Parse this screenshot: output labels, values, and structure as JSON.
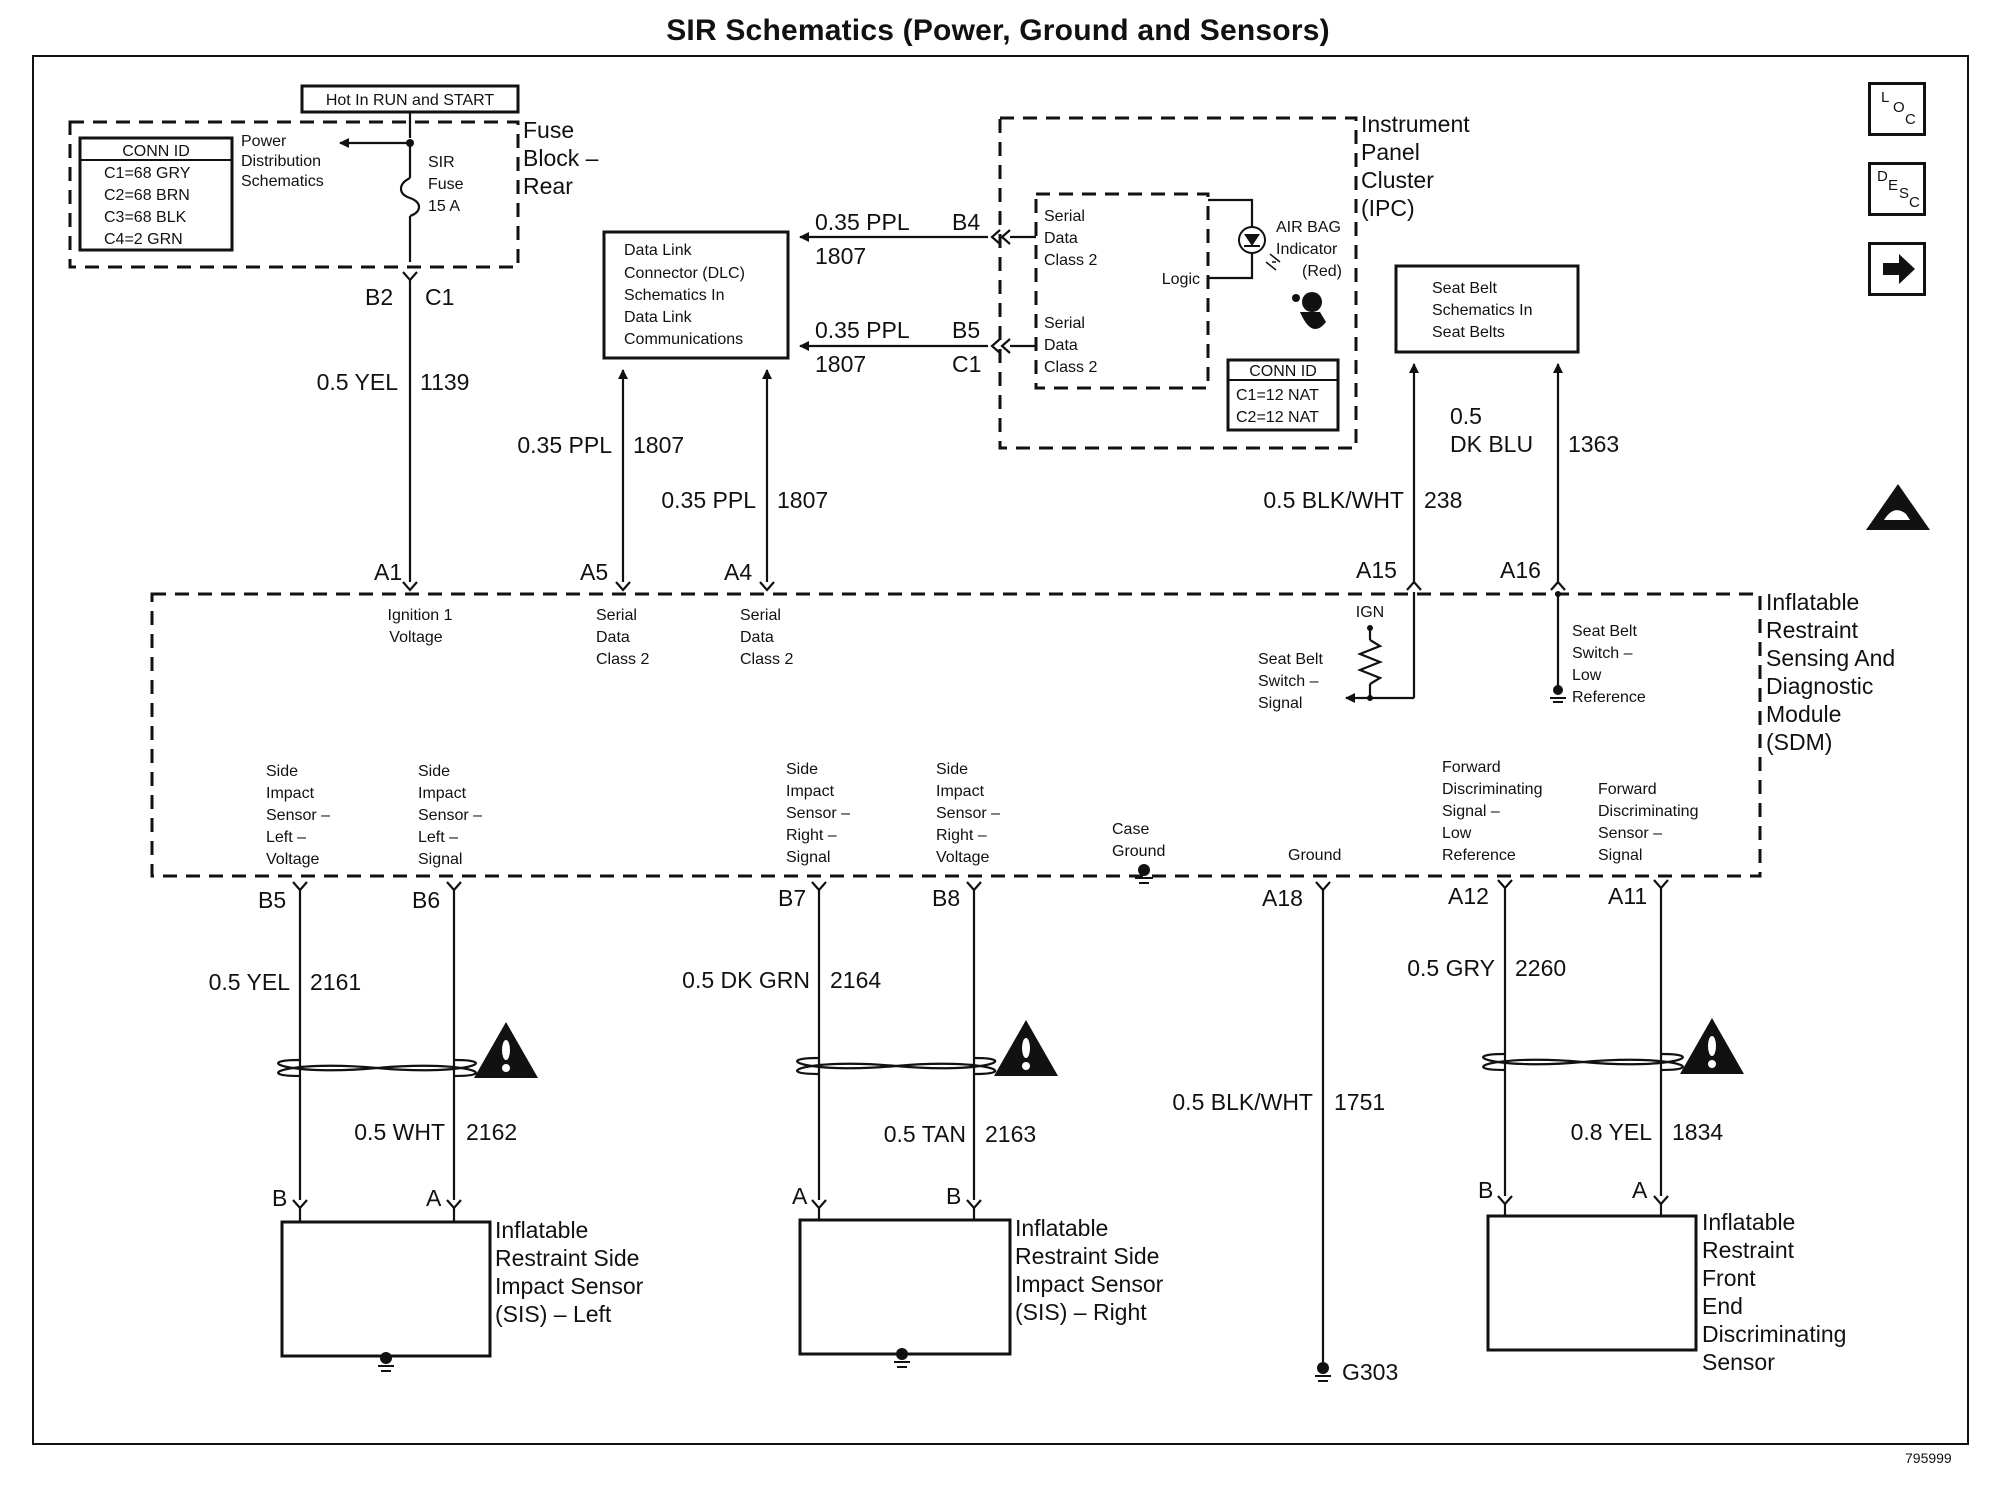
{
  "title": "SIR Schematics (Power, Ground and Sensors)",
  "doc_number": "795999",
  "nav_icons": {
    "loc": [
      "L",
      "O",
      "C"
    ],
    "desc": [
      "D",
      "E",
      "S",
      "C"
    ]
  },
  "fuse_block": {
    "label_lines": [
      "Fuse",
      "Block –",
      "Rear"
    ],
    "hot_label": "Hot In RUN and START",
    "conn_id_header": "CONN ID",
    "conn_ids": [
      "C1=68 GRY",
      "C2=68 BRN",
      "C3=68 BLK",
      "C4=2  GRN"
    ],
    "power_dist_lines": [
      "Power",
      "Distribution",
      "Schematics"
    ],
    "fuse_lines": [
      "SIR",
      "Fuse",
      "15 A"
    ],
    "pin_left": "B2",
    "pin_right": "C1"
  },
  "dlc": {
    "lines": [
      "Data Link",
      "Connector (DLC)",
      "Schematics In",
      "Data Link",
      "Communications"
    ]
  },
  "ipc": {
    "label_lines": [
      "Instrument",
      "Panel",
      "Cluster",
      "(IPC)"
    ],
    "serial1_lines": [
      "Serial",
      "Data",
      "Class 2"
    ],
    "serial2_lines": [
      "Serial",
      "Data",
      "Class 2"
    ],
    "logic_label": "Logic",
    "airbag_lines": [
      "AIR BAG",
      "Indicator",
      "(Red)"
    ],
    "conn_id_header": "CONN ID",
    "conn_ids": [
      "C1=12 NAT",
      "C2=12 NAT"
    ],
    "pin_b4": "B4",
    "pin_b5": "B5",
    "pin_c1": "C1"
  },
  "seat_belt_box": {
    "lines": [
      "Seat Belt",
      "Schematics In",
      "Seat Belts"
    ]
  },
  "wires": {
    "dlc_top": {
      "gauge": "0.35 PPL",
      "circuit": "1807"
    },
    "dlc_bottom": {
      "gauge": "0.35 PPL",
      "circuit": "1807"
    },
    "ign": {
      "gauge": "0.5 YEL",
      "circuit": "1139"
    },
    "a5": {
      "gauge": "0.35 PPL",
      "circuit": "1807"
    },
    "a4": {
      "gauge": "0.35 PPL",
      "circuit": "1807"
    },
    "a15": {
      "gauge": "0.5 BLK/WHT",
      "circuit": "238"
    },
    "a16": {
      "gauge_line1": "0.5",
      "gauge_line2": "DK  BLU",
      "circuit": "1363"
    },
    "b5": {
      "gauge": "0.5 YEL",
      "circuit": "2161"
    },
    "b6": {
      "gauge": "0.5 WHT",
      "circuit": "2162"
    },
    "b7": {
      "gauge": "0.5 DK GRN",
      "circuit": "2164"
    },
    "b8": {
      "gauge": "0.5 TAN",
      "circuit": "2163"
    },
    "a18": {
      "gauge": "0.5 BLK/WHT",
      "circuit": "1751"
    },
    "a12": {
      "gauge": "0.5 GRY",
      "circuit": "2260"
    },
    "a11": {
      "gauge": "0.8 YEL",
      "circuit": "1834"
    }
  },
  "sdm": {
    "label_lines": [
      "Inflatable",
      "Restraint",
      "Sensing And",
      "Diagnostic",
      "Module",
      "(SDM)"
    ],
    "pins": {
      "A1": "A1",
      "A5": "A5",
      "A4": "A4",
      "A15": "A15",
      "A16": "A16",
      "B5": "B5",
      "B6": "B6",
      "B7": "B7",
      "B8": "B8",
      "A18": "A18",
      "A12": "A12",
      "A11": "A11"
    },
    "ign_voltage_lines": [
      "Ignition 1",
      "Voltage"
    ],
    "serial_a5_lines": [
      "Serial",
      "Data",
      "Class 2"
    ],
    "serial_a4_lines": [
      "Serial",
      "Data",
      "Class 2"
    ],
    "ign_label": "IGN",
    "seat_belt_signal_lines": [
      "Seat Belt",
      "Switch –",
      "Signal"
    ],
    "seat_belt_low_ref_lines": [
      "Seat Belt",
      "Switch –",
      "Low",
      "Reference"
    ],
    "side_left_voltage_lines": [
      "Side",
      "Impact",
      "Sensor –",
      "Left –",
      "Voltage"
    ],
    "side_left_signal_lines": [
      "Side",
      "Impact",
      "Sensor –",
      "Left –",
      "Signal"
    ],
    "side_right_signal_lines": [
      "Side",
      "Impact",
      "Sensor –",
      "Right –",
      "Signal"
    ],
    "side_right_voltage_lines": [
      "Side",
      "Impact",
      "Sensor –",
      "Right –",
      "Voltage"
    ],
    "case_ground_lines": [
      "Case",
      "Ground"
    ],
    "ground_label": "Ground",
    "fwd_low_ref_lines": [
      "Forward",
      "Discriminating",
      "Signal –",
      "Low",
      "Reference"
    ],
    "fwd_signal_lines": [
      "Forward",
      "Discriminating",
      "Sensor –",
      "Signal"
    ]
  },
  "sensors": {
    "left": {
      "lines": [
        "Inflatable",
        "Restraint Side",
        "Impact Sensor",
        "(SIS) – Left"
      ],
      "pin_left": "B",
      "pin_right": "A"
    },
    "right": {
      "lines": [
        "Inflatable",
        "Restraint Side",
        "Impact Sensor",
        "(SIS) – Right"
      ],
      "pin_left": "A",
      "pin_right": "B"
    },
    "front": {
      "lines": [
        "Inflatable",
        "Restraint",
        "Front",
        "End",
        "Discriminating",
        "Sensor"
      ],
      "pin_left": "B",
      "pin_right": "A"
    }
  },
  "ground_g303": "G303"
}
